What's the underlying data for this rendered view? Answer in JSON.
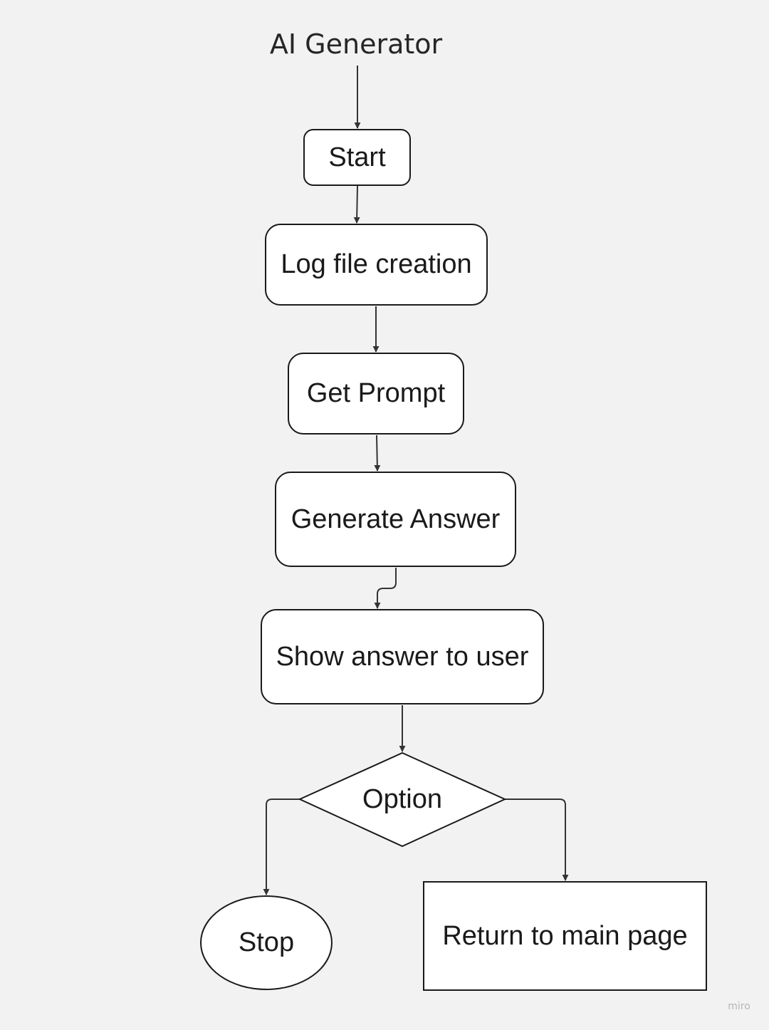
{
  "diagram": {
    "title": "AI Generator",
    "nodes": {
      "start": "Start",
      "log_file_creation": "Log file creation",
      "get_prompt": "Get Prompt",
      "generate_answer": "Generate Answer",
      "show_answer": "Show answer to user",
      "option": "Option",
      "stop": "Stop",
      "return_main": "Return to main page"
    }
  },
  "branding": {
    "watermark": "miro"
  },
  "colors": {
    "background": "#f2f2f2",
    "node_fill": "#ffffff",
    "stroke": "#1a1a1a",
    "connector": "#333333"
  }
}
